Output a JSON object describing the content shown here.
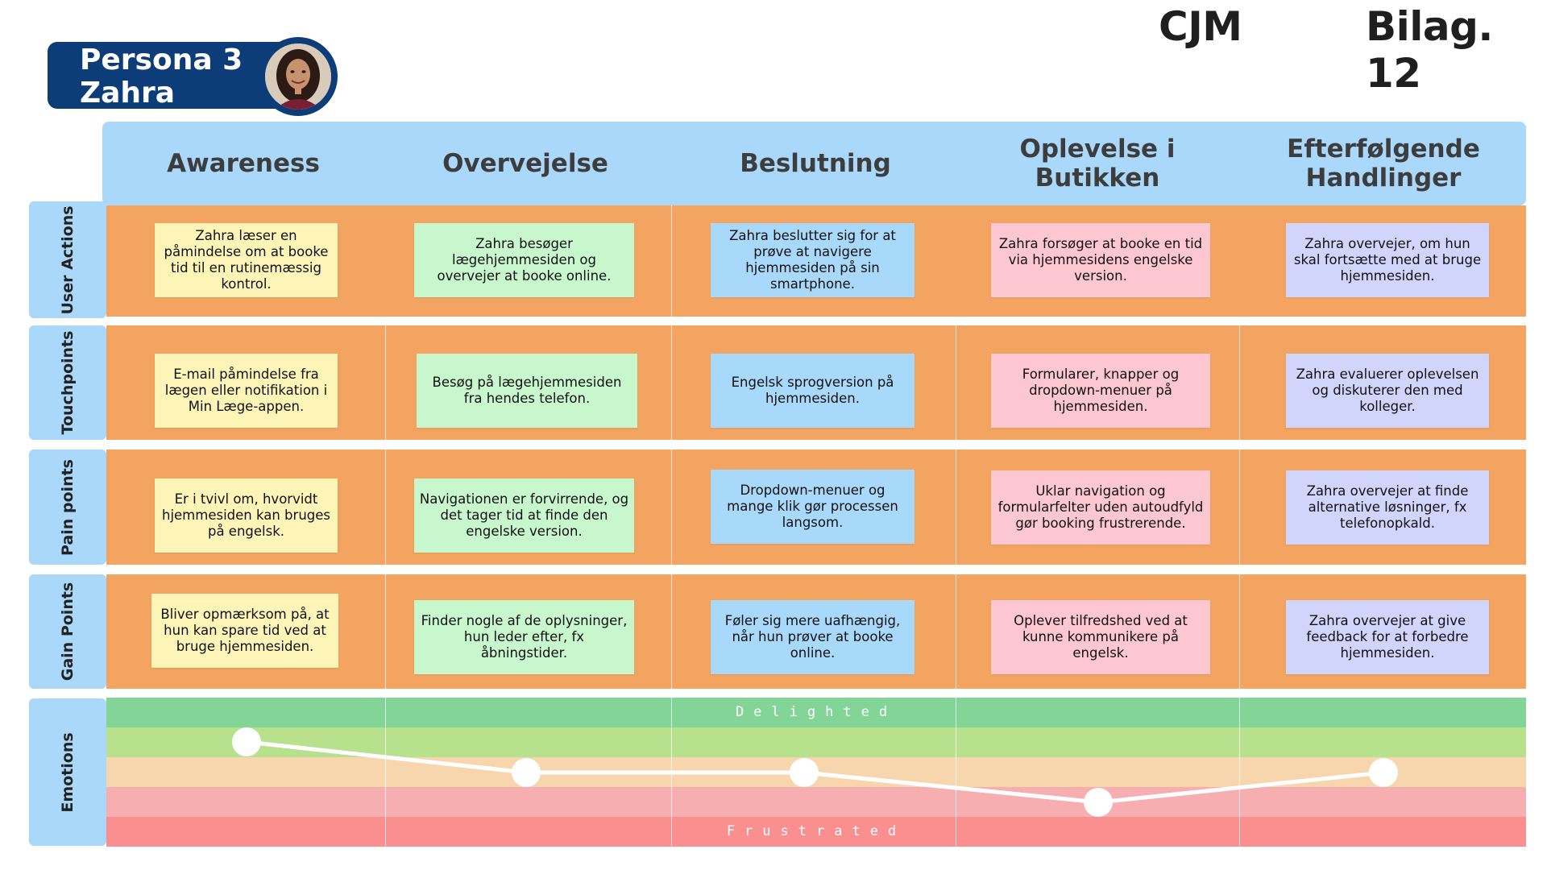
{
  "header": {
    "cjm": "CJM",
    "bilag": "Bilag. 12"
  },
  "persona": {
    "line1": "Persona 3",
    "line2": "Zahra"
  },
  "stages": [
    "Awareness",
    "Overvejelse",
    "Beslutning",
    "Oplevelse i Butikken",
    "Efterfølgende Handlinger"
  ],
  "rows": [
    {
      "label": "User Actions",
      "notes": [
        "Zahra læser en påmindelse om at booke tid til en rutinemæssig kontrol.",
        "Zahra besøger lægehjemmesiden og overvejer at booke online.",
        "Zahra beslutter sig for at prøve at navigere hjemmesiden på sin smartphone.",
        "Zahra forsøger at booke en tid via hjemmesidens engelske version.",
        "Zahra overvejer, om hun skal fortsætte med at bruge hjemmesiden."
      ]
    },
    {
      "label": "Touchpoints",
      "notes": [
        "E-mail påmindelse fra lægen eller notifikation i Min Læge-appen.",
        "Besøg på lægehjemmesiden fra hendes telefon.",
        "Engelsk sprogversion på hjemmesiden.",
        "Formularer, knapper og dropdown-menuer på hjemmesiden.",
        "Zahra evaluerer oplevelsen og diskuterer den med kolleger."
      ]
    },
    {
      "label": "Pain points",
      "notes": [
        "Er i tvivl om, hvorvidt hjemmesiden kan bruges på engelsk.",
        "Navigationen er forvirrende, og det tager tid at finde den engelske version.",
        "Dropdown-menuer og mange klik gør processen langsom.",
        "Uklar navigation og formularfelter uden autoudfyld gør booking frustrerende.",
        "Zahra overvejer at finde alternative løsninger, fx telefonopkald."
      ]
    },
    {
      "label": "Gain Points",
      "notes": [
        "Bliver opmærksom på, at hun kan spare tid ved at bruge hjemmesiden.",
        "Finder nogle af de oplysninger, hun leder efter, fx åbningstider.",
        "Føler sig mere uafhængig, når hun prøver at booke online.",
        "Oplever tilfredshed ved at kunne kommunikere på engelsk.",
        "Zahra overvejer at give feedback for at forbedre hjemmesiden."
      ]
    }
  ],
  "emotions": {
    "label": "Emotions",
    "top_word": "Delighted",
    "bottom_word": "Frustrated",
    "levels": 5,
    "values": [
      4,
      3,
      3,
      2,
      3
    ],
    "band_colors": [
      "#82d597",
      "#b7e18d",
      "#f7d6ae",
      "#f7aeb0",
      "#fa8f8f"
    ]
  },
  "colors": {
    "header_blue": "#a9d8fb",
    "row_orange": "#f4a461",
    "persona_navy": "#0d3d78",
    "note_colors": [
      "#fdf4b8",
      "#c9f7cd",
      "#a8d8fa",
      "#fcc7d0",
      "#d2d5fb"
    ]
  }
}
